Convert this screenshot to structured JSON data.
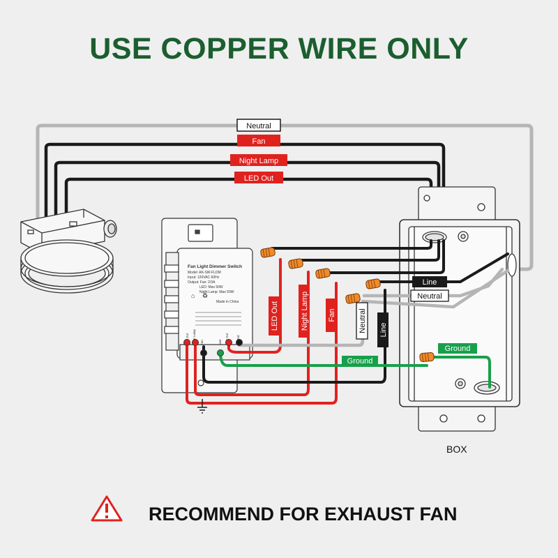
{
  "title": "USE COPPER WIRE ONLY",
  "colors": {
    "title": "#1b5e2f",
    "red": "#e0221f",
    "green": "#17a04a",
    "black": "#1a1a1a",
    "gray": "#b5b5b5",
    "orange": "#f08a2a"
  },
  "wire_labels": {
    "neutral": "Neutral",
    "fan": "Fan",
    "night_lamp": "Night Lamp",
    "led_out": "LED Out",
    "line": "Line",
    "ground": "Ground"
  },
  "switch": {
    "title": "Fan Light Dimmer Switch",
    "model": "Model: AK-SW-FLDM",
    "input": "Input: 120VAC 60Hz",
    "output": "Output: Fan: 2/3A",
    "led": "LED: Max 50W",
    "night_lamp": "Night Lamp: Max 50W",
    "made_in": "Made in China",
    "terminals": [
      "LED Out",
      "Night Lamp",
      "Fan",
      "Line",
      "LED Out",
      "Neutral"
    ]
  },
  "box_label": "BOX",
  "warning_text": "RECOMMEND FOR EXHAUST FAN",
  "icons": [
    "warning-triangle-icon",
    "ground-symbol-icon",
    "home-icon",
    "recycle-icon",
    "wire-nut-icon"
  ]
}
